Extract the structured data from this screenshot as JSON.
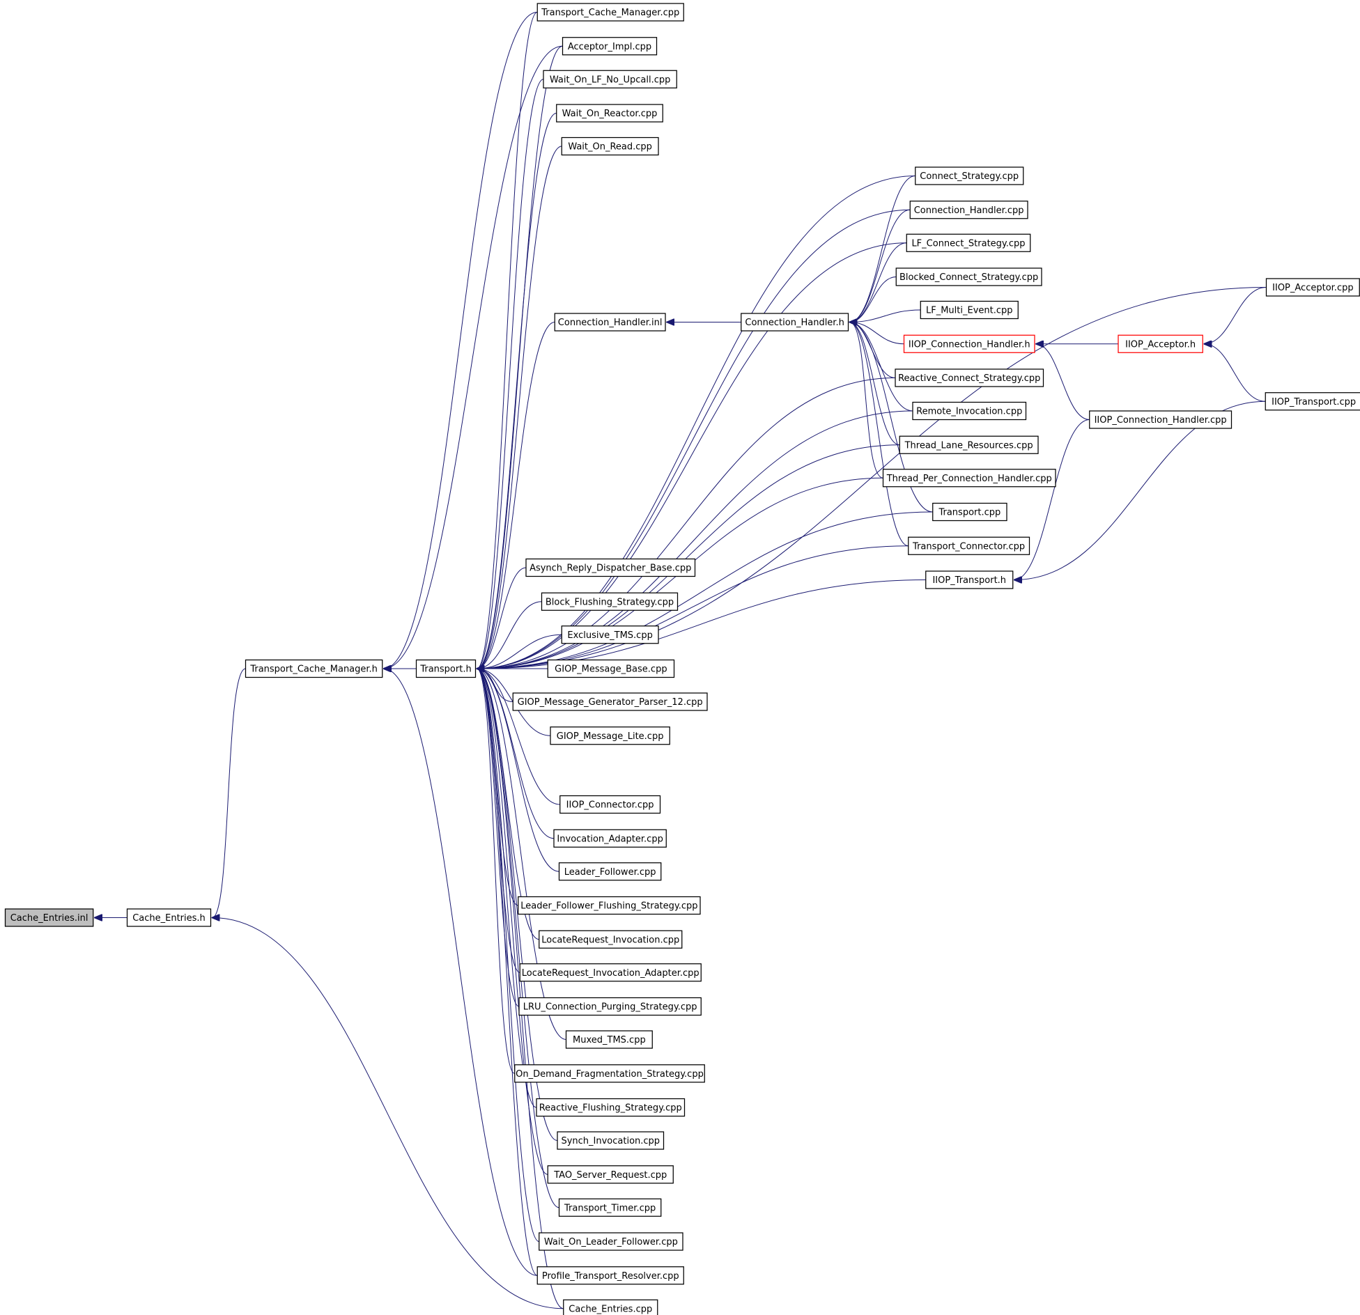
{
  "graph": {
    "edge_color": "#191970",
    "root_fill": "#bfbfbf",
    "truncated_border": "#ff0000",
    "nodes": [
      {
        "id": "cache_entries_inl",
        "label": "Cache_Entries.inl",
        "style": "root"
      },
      {
        "id": "cache_entries_h",
        "label": "Cache_Entries.h"
      },
      {
        "id": "transport_cache_manager_h",
        "label": "Transport_Cache_Manager.h"
      },
      {
        "id": "transport_h",
        "label": "Transport.h"
      },
      {
        "id": "connection_handler_inl",
        "label": "Connection_Handler.inl"
      },
      {
        "id": "connection_handler_h",
        "label": "Connection_Handler.h"
      },
      {
        "id": "iiop_connection_handler_h",
        "label": "IIOP_Connection_Handler.h",
        "style": "truncated"
      },
      {
        "id": "iiop_acceptor_h",
        "label": "IIOP_Acceptor.h",
        "style": "truncated"
      },
      {
        "id": "iiop_transport_h",
        "label": "IIOP_Transport.h"
      },
      {
        "id": "transport_cache_manager_cpp",
        "label": "Transport_Cache_Manager.cpp"
      },
      {
        "id": "acceptor_impl_cpp",
        "label": "Acceptor_Impl.cpp"
      },
      {
        "id": "wait_on_lf_no_upcall_cpp",
        "label": "Wait_On_LF_No_Upcall.cpp"
      },
      {
        "id": "wait_on_reactor_cpp",
        "label": "Wait_On_Reactor.cpp"
      },
      {
        "id": "wait_on_read_cpp",
        "label": "Wait_On_Read.cpp"
      },
      {
        "id": "connect_strategy_cpp",
        "label": "Connect_Strategy.cpp"
      },
      {
        "id": "connection_handler_cpp",
        "label": "Connection_Handler.cpp"
      },
      {
        "id": "lf_connect_strategy_cpp",
        "label": "LF_Connect_Strategy.cpp"
      },
      {
        "id": "blocked_connect_strategy_cpp",
        "label": "Blocked_Connect_Strategy.cpp"
      },
      {
        "id": "lf_multi_event_cpp",
        "label": "LF_Multi_Event.cpp"
      },
      {
        "id": "reactive_connect_strategy_cpp",
        "label": "Reactive_Connect_Strategy.cpp"
      },
      {
        "id": "remote_invocation_cpp",
        "label": "Remote_Invocation.cpp"
      },
      {
        "id": "thread_lane_resources_cpp",
        "label": "Thread_Lane_Resources.cpp"
      },
      {
        "id": "thread_per_connection_handler_cpp",
        "label": "Thread_Per_Connection_Handler.cpp"
      },
      {
        "id": "transport_cpp",
        "label": "Transport.cpp"
      },
      {
        "id": "transport_connector_cpp",
        "label": "Transport_Connector.cpp"
      },
      {
        "id": "iiop_acceptor_cpp",
        "label": "IIOP_Acceptor.cpp"
      },
      {
        "id": "iiop_transport_cpp",
        "label": "IIOP_Transport.cpp"
      },
      {
        "id": "iiop_connection_handler_cpp",
        "label": "IIOP_Connection_Handler.cpp"
      },
      {
        "id": "asynch_reply_dispatcher_base_cpp",
        "label": "Asynch_Reply_Dispatcher_Base.cpp"
      },
      {
        "id": "block_flushing_strategy_cpp",
        "label": "Block_Flushing_Strategy.cpp"
      },
      {
        "id": "exclusive_tms_cpp",
        "label": "Exclusive_TMS.cpp"
      },
      {
        "id": "giop_message_base_cpp",
        "label": "GIOP_Message_Base.cpp"
      },
      {
        "id": "giop_message_generator_parser_12_cpp",
        "label": "GIOP_Message_Generator_Parser_12.cpp"
      },
      {
        "id": "giop_message_lite_cpp",
        "label": "GIOP_Message_Lite.cpp"
      },
      {
        "id": "iiop_connector_cpp",
        "label": "IIOP_Connector.cpp"
      },
      {
        "id": "invocation_adapter_cpp",
        "label": "Invocation_Adapter.cpp"
      },
      {
        "id": "leader_follower_cpp",
        "label": "Leader_Follower.cpp"
      },
      {
        "id": "leader_follower_flushing_strategy_cpp",
        "label": "Leader_Follower_Flushing_Strategy.cpp"
      },
      {
        "id": "locaterequest_invocation_cpp",
        "label": "LocateRequest_Invocation.cpp"
      },
      {
        "id": "locaterequest_invocation_adapter_cpp",
        "label": "LocateRequest_Invocation_Adapter.cpp"
      },
      {
        "id": "lru_connection_purging_strategy_cpp",
        "label": "LRU_Connection_Purging_Strategy.cpp"
      },
      {
        "id": "muxed_tms_cpp",
        "label": "Muxed_TMS.cpp"
      },
      {
        "id": "on_demand_fragmentation_strategy_cpp",
        "label": "On_Demand_Fragmentation_Strategy.cpp"
      },
      {
        "id": "reactive_flushing_strategy_cpp",
        "label": "Reactive_Flushing_Strategy.cpp"
      },
      {
        "id": "synch_invocation_cpp",
        "label": "Synch_Invocation.cpp"
      },
      {
        "id": "tao_server_request_cpp",
        "label": "TAO_Server_Request.cpp"
      },
      {
        "id": "transport_timer_cpp",
        "label": "Transport_Timer.cpp"
      },
      {
        "id": "wait_on_leader_follower_cpp",
        "label": "Wait_On_Leader_Follower.cpp"
      },
      {
        "id": "profile_transport_resolver_cpp",
        "label": "Profile_Transport_Resolver.cpp"
      },
      {
        "id": "cache_entries_cpp",
        "label": "Cache_Entries.cpp"
      }
    ],
    "edges": [
      {
        "from": "cache_entries_h",
        "to": "cache_entries_inl"
      },
      {
        "from": "transport_cache_manager_h",
        "to": "cache_entries_h"
      },
      {
        "from": "cache_entries_cpp",
        "to": "cache_entries_h"
      },
      {
        "from": "transport_h",
        "to": "transport_cache_manager_h"
      },
      {
        "from": "transport_cache_manager_cpp",
        "to": "transport_cache_manager_h"
      },
      {
        "from": "acceptor_impl_cpp",
        "to": "transport_cache_manager_h"
      },
      {
        "from": "profile_transport_resolver_cpp",
        "to": "transport_cache_manager_h"
      },
      {
        "from": "connection_handler_inl",
        "to": "transport_h"
      },
      {
        "from": "connection_handler_h",
        "to": "connection_handler_inl"
      },
      {
        "from": "iiop_connection_handler_h",
        "to": "connection_handler_h"
      },
      {
        "from": "iiop_acceptor_h",
        "to": "iiop_connection_handler_h"
      },
      {
        "from": "iiop_connection_handler_cpp",
        "to": "iiop_connection_handler_h"
      },
      {
        "from": "iiop_acceptor_cpp",
        "to": "iiop_acceptor_h"
      },
      {
        "from": "iiop_transport_cpp",
        "to": "iiop_acceptor_h"
      },
      {
        "from": "iiop_transport_h",
        "to": "transport_h"
      },
      {
        "from": "iiop_connection_handler_cpp",
        "to": "iiop_transport_h"
      },
      {
        "from": "iiop_transport_cpp",
        "to": "iiop_transport_h"
      },
      {
        "from": "connect_strategy_cpp",
        "to": "connection_handler_h"
      },
      {
        "from": "connection_handler_cpp",
        "to": "connection_handler_h"
      },
      {
        "from": "lf_connect_strategy_cpp",
        "to": "connection_handler_h"
      },
      {
        "from": "blocked_connect_strategy_cpp",
        "to": "connection_handler_h"
      },
      {
        "from": "lf_multi_event_cpp",
        "to": "connection_handler_h"
      },
      {
        "from": "reactive_connect_strategy_cpp",
        "to": "connection_handler_h"
      },
      {
        "from": "remote_invocation_cpp",
        "to": "connection_handler_h"
      },
      {
        "from": "thread_lane_resources_cpp",
        "to": "connection_handler_h"
      },
      {
        "from": "thread_per_connection_handler_cpp",
        "to": "connection_handler_h"
      },
      {
        "from": "transport_cpp",
        "to": "connection_handler_h"
      },
      {
        "from": "transport_connector_cpp",
        "to": "connection_handler_h"
      },
      {
        "from": "transport_cache_manager_cpp",
        "to": "transport_h"
      },
      {
        "from": "acceptor_impl_cpp",
        "to": "transport_h"
      },
      {
        "from": "wait_on_lf_no_upcall_cpp",
        "to": "transport_h"
      },
      {
        "from": "wait_on_reactor_cpp",
        "to": "transport_h"
      },
      {
        "from": "wait_on_read_cpp",
        "to": "transport_h"
      },
      {
        "from": "iiop_acceptor_cpp",
        "to": "transport_h"
      },
      {
        "from": "connect_strategy_cpp",
        "to": "transport_h"
      },
      {
        "from": "connection_handler_cpp",
        "to": "transport_h"
      },
      {
        "from": "lf_connect_strategy_cpp",
        "to": "transport_h"
      },
      {
        "from": "reactive_connect_strategy_cpp",
        "to": "transport_h"
      },
      {
        "from": "remote_invocation_cpp",
        "to": "transport_h"
      },
      {
        "from": "thread_lane_resources_cpp",
        "to": "transport_h"
      },
      {
        "from": "thread_per_connection_handler_cpp",
        "to": "transport_h"
      },
      {
        "from": "transport_cpp",
        "to": "transport_h"
      },
      {
        "from": "transport_connector_cpp",
        "to": "transport_h"
      },
      {
        "from": "asynch_reply_dispatcher_base_cpp",
        "to": "transport_h"
      },
      {
        "from": "block_flushing_strategy_cpp",
        "to": "transport_h"
      },
      {
        "from": "exclusive_tms_cpp",
        "to": "transport_h"
      },
      {
        "from": "giop_message_base_cpp",
        "to": "transport_h"
      },
      {
        "from": "giop_message_generator_parser_12_cpp",
        "to": "transport_h"
      },
      {
        "from": "giop_message_lite_cpp",
        "to": "transport_h"
      },
      {
        "from": "iiop_connector_cpp",
        "to": "transport_h"
      },
      {
        "from": "invocation_adapter_cpp",
        "to": "transport_h"
      },
      {
        "from": "leader_follower_cpp",
        "to": "transport_h"
      },
      {
        "from": "leader_follower_flushing_strategy_cpp",
        "to": "transport_h"
      },
      {
        "from": "locaterequest_invocation_cpp",
        "to": "transport_h"
      },
      {
        "from": "locaterequest_invocation_adapter_cpp",
        "to": "transport_h"
      },
      {
        "from": "lru_connection_purging_strategy_cpp",
        "to": "transport_h"
      },
      {
        "from": "muxed_tms_cpp",
        "to": "transport_h"
      },
      {
        "from": "on_demand_fragmentation_strategy_cpp",
        "to": "transport_h"
      },
      {
        "from": "reactive_flushing_strategy_cpp",
        "to": "transport_h"
      },
      {
        "from": "synch_invocation_cpp",
        "to": "transport_h"
      },
      {
        "from": "tao_server_request_cpp",
        "to": "transport_h"
      },
      {
        "from": "transport_timer_cpp",
        "to": "transport_h"
      },
      {
        "from": "wait_on_leader_follower_cpp",
        "to": "transport_h"
      },
      {
        "from": "profile_transport_resolver_cpp",
        "to": "transport_h"
      },
      {
        "from": "cache_entries_cpp",
        "to": "transport_h"
      }
    ]
  }
}
